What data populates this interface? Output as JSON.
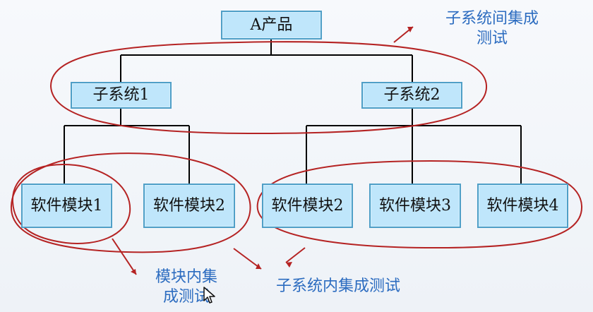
{
  "diagram": {
    "root": "A产品",
    "subsystems": [
      "子系统1",
      "子系统2"
    ],
    "modules": [
      "软件模块1",
      "软件模块2",
      "软件模块2",
      "软件模块3",
      "软件模块4"
    ],
    "annotations": {
      "intersystem": "子系统间集成\n测试",
      "module_internal": "模块内集\n成测试",
      "subsystem_internal": "子系统内集成测试"
    }
  }
}
